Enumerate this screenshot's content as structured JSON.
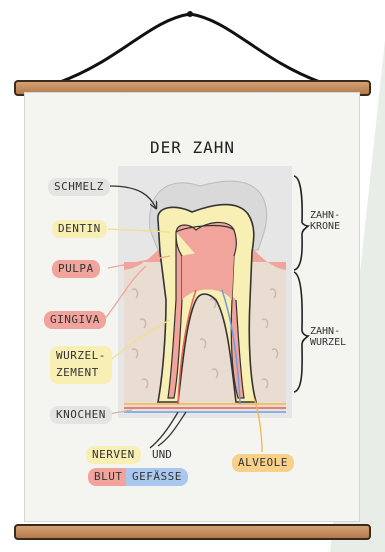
{
  "poster": {
    "title": "DER ZAHN",
    "labels": {
      "schmelz": "SCHMELZ",
      "dentin": "DENTIN",
      "pulpa": "PULPA",
      "gingiva": "GINGIVA",
      "wurzelzement_1": "WURZEL-",
      "wurzelzement_2": "ZEMENT",
      "knochen": "KNOCHEN",
      "nerven": "NERVEN",
      "und": "UND",
      "blut": "BLUT",
      "gefaesse": "GEFÄSSE",
      "alveole": "ALVEOLE",
      "zahnkrone_1": "ZAHN-",
      "zahnkrone_2": "KRONE",
      "zahnwurzel_1": "ZAHN-",
      "zahnwurzel_2": "WURZEL"
    }
  },
  "colors": {
    "rod": "#c48c5b",
    "enamel": "#d9d9d9",
    "dentin": "#f7efb3",
    "pulpa": "#f0a49c",
    "gingiva": "#f0a49c",
    "bone": "#e9dcd1",
    "nerve": "#f5b54a",
    "vessel": "#6d9de0"
  }
}
